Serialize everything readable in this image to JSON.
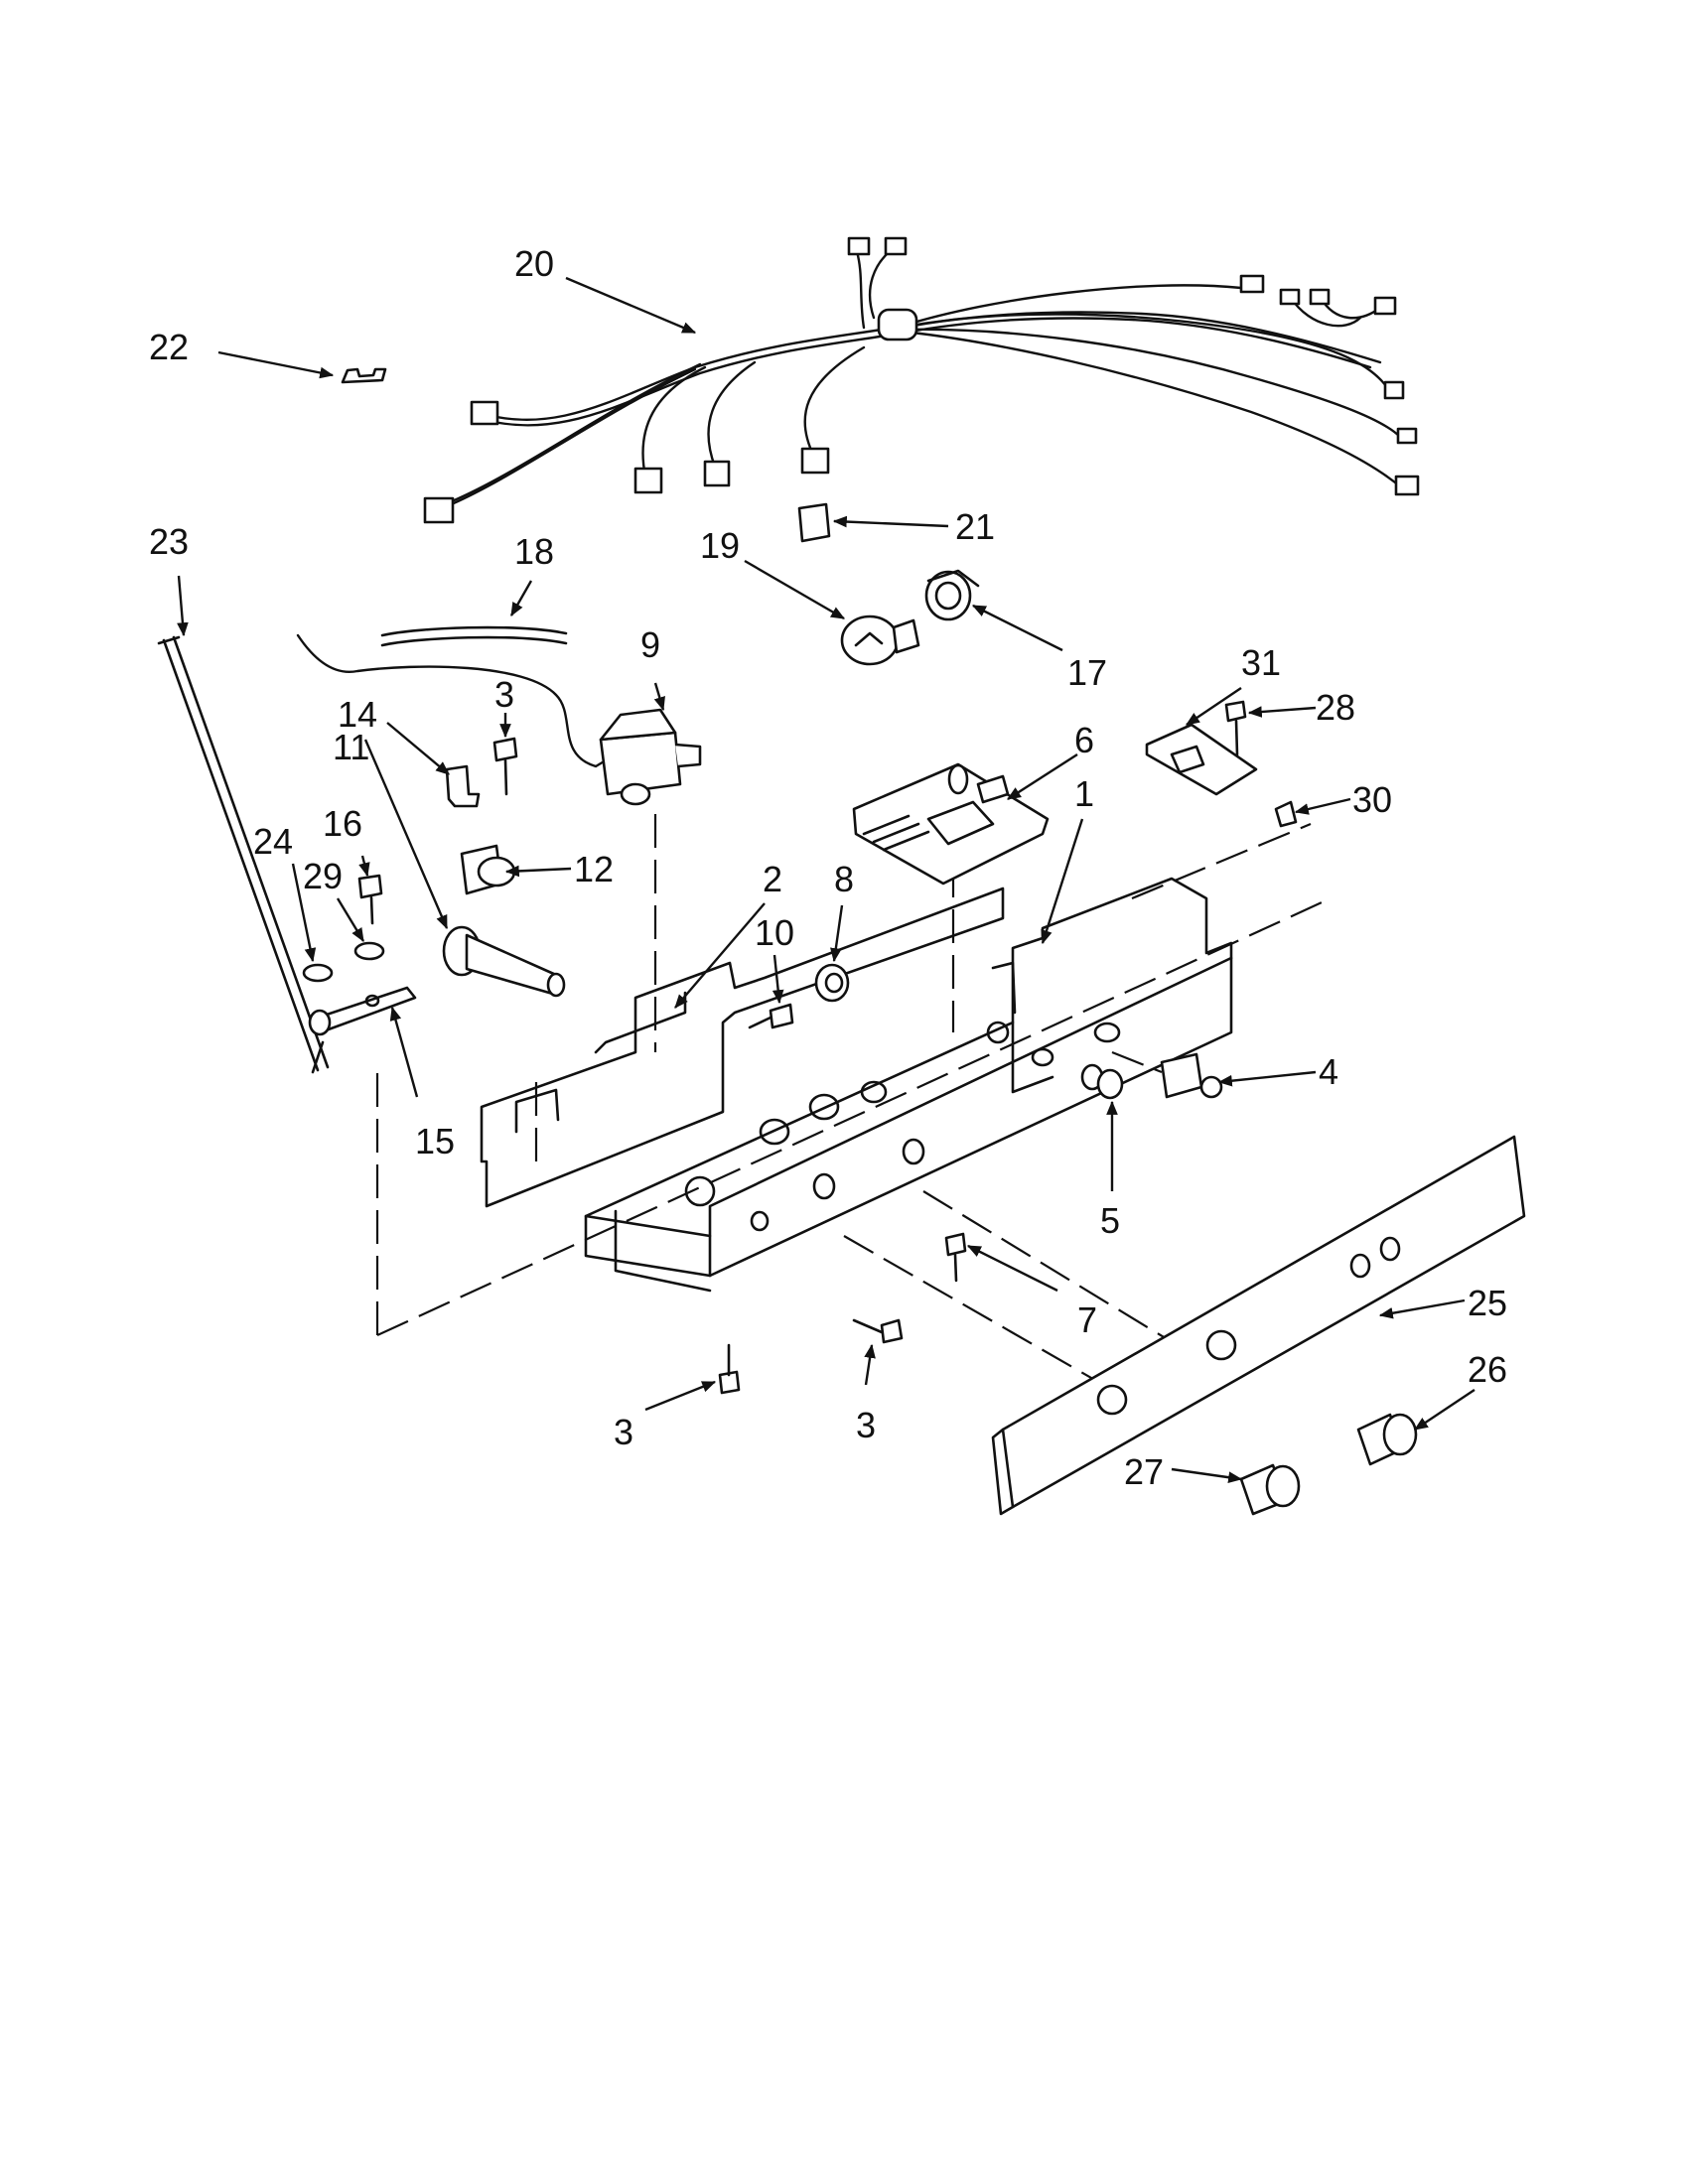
{
  "colors": {
    "ink": "#111111",
    "paper": "#ffffff"
  },
  "callouts": [
    "20",
    "22",
    "23",
    "18",
    "21",
    "19",
    "17",
    "9",
    "3",
    "14",
    "11",
    "12",
    "16",
    "24",
    "29",
    "15",
    "2",
    "10",
    "8",
    "6",
    "1",
    "31",
    "28",
    "30",
    "4",
    "5",
    "7",
    "25",
    "26",
    "27"
  ]
}
